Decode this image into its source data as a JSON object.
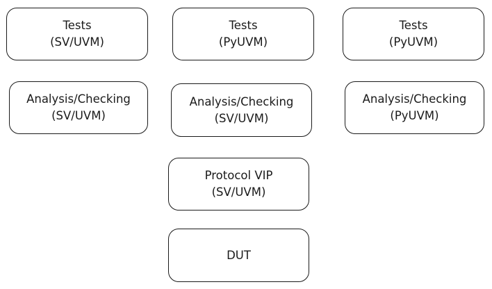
{
  "diagram": {
    "boxes": [
      {
        "id": "tests-sv",
        "line1": "Tests",
        "line2": "(SV/UVM)"
      },
      {
        "id": "tests-py-1",
        "line1": "Tests",
        "line2": "(PyUVM)"
      },
      {
        "id": "tests-py-2",
        "line1": "Tests",
        "line2": "(PyUVM)"
      },
      {
        "id": "ac-sv-1",
        "line1": "Analysis/Checking",
        "line2": "(SV/UVM)"
      },
      {
        "id": "ac-sv-2",
        "line1": "Analysis/Checking",
        "line2": "(SV/UVM)"
      },
      {
        "id": "ac-py",
        "line1": "Analysis/Checking",
        "line2": "(PyUVM)"
      },
      {
        "id": "protocol-vip",
        "line1": "Protocol VIP",
        "line2": "(SV/UVM)"
      },
      {
        "id": "dut",
        "line1": "DUT",
        "line2": ""
      }
    ],
    "colors": {
      "border": "#1a1a1a",
      "text": "#1a1a1a",
      "background": "#ffffff"
    }
  }
}
